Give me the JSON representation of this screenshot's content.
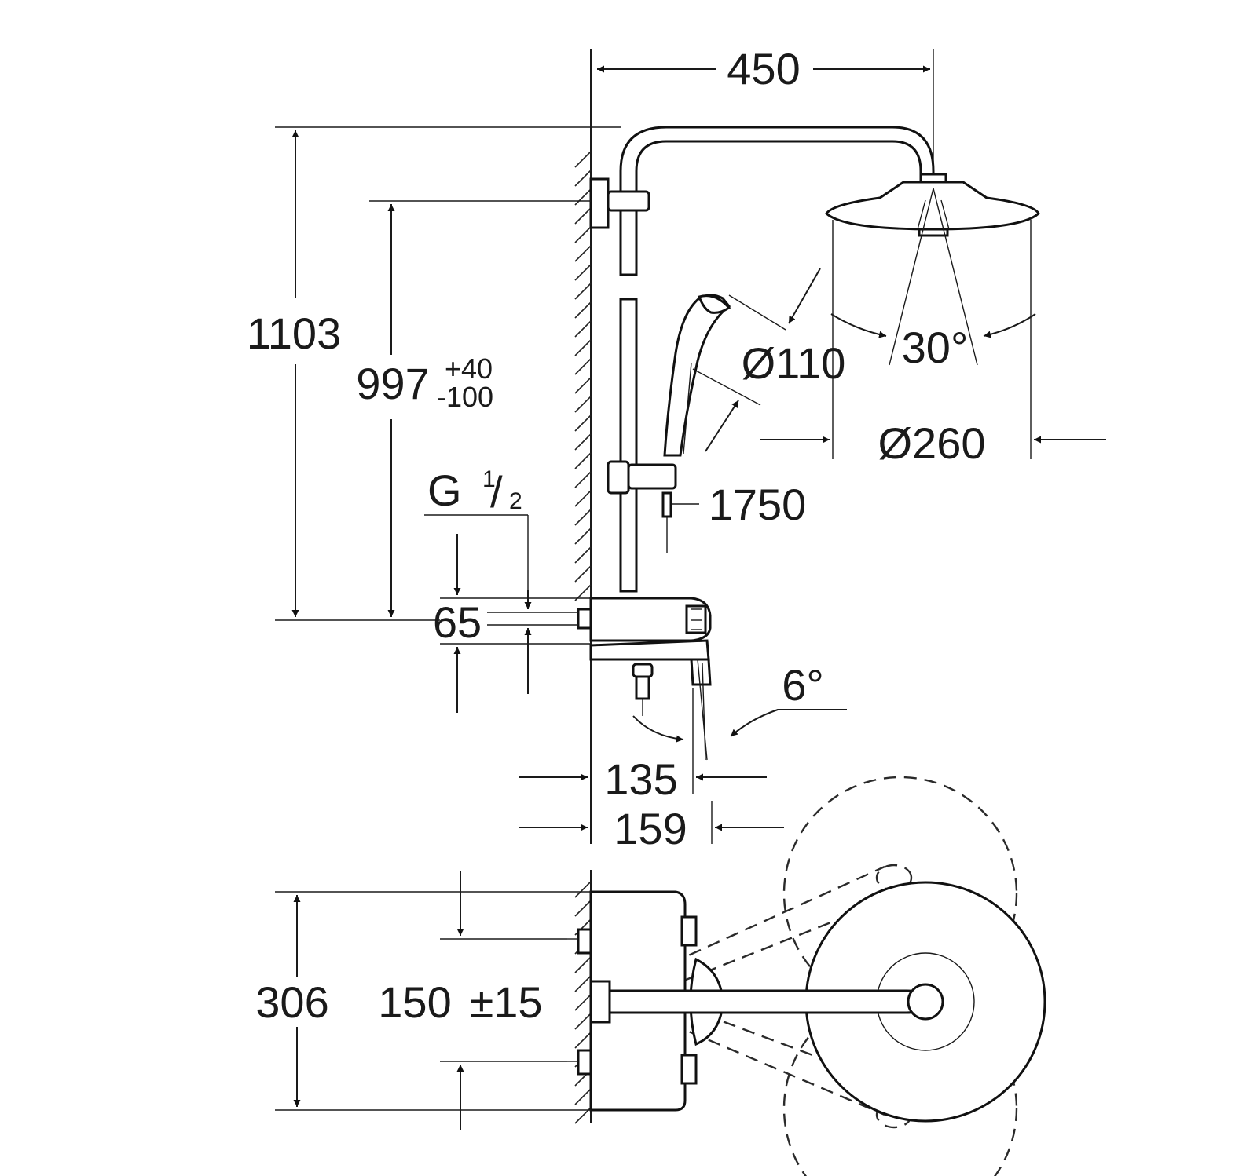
{
  "dimensions": {
    "width_top": "450",
    "total_height": "1103",
    "bar_height": "997",
    "bar_height_plus": "+40",
    "bar_height_minus": "-100",
    "handshower_diameter": "Ø110",
    "hose_length": "1750",
    "head_angle": "30°",
    "head_diameter": "Ø260",
    "thread_prefix": "G",
    "thread_num": "1",
    "thread_slash": "/",
    "thread_den": "2",
    "inlet_height": "65",
    "spout_angle": "6°",
    "depth_135": "135",
    "depth_159": "159",
    "plan_width": "306",
    "plan_centres": "150",
    "plan_tolerance": "±15"
  },
  "colors": {
    "line": "#1a1a1a",
    "background": "#ffffff"
  }
}
